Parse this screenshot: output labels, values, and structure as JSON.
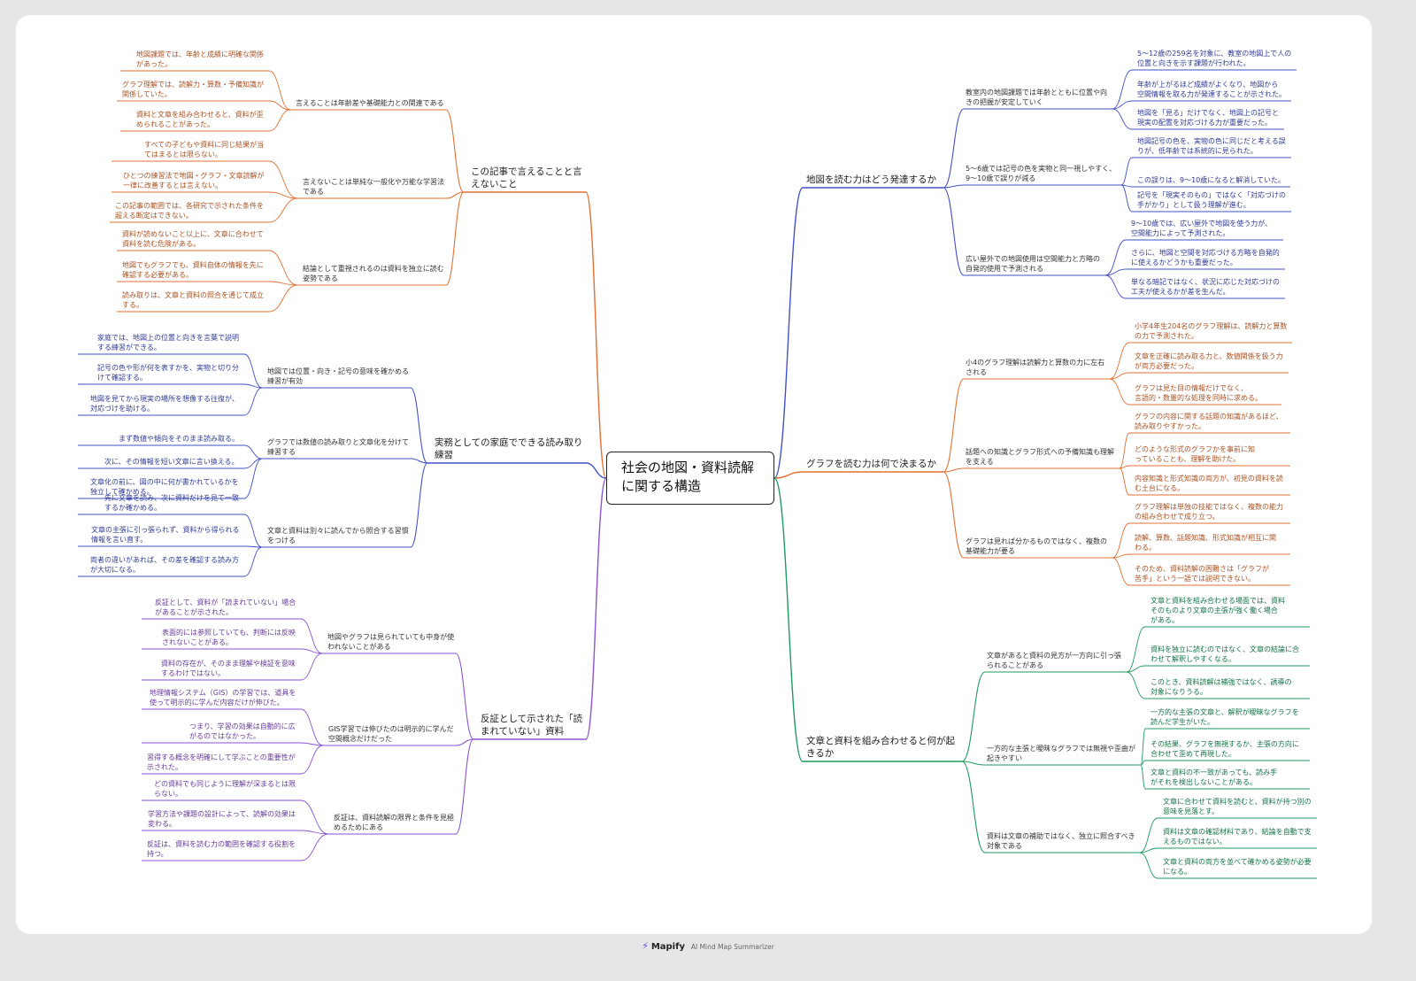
{
  "title": "社会の地図・資料読解\nに関する構造",
  "colors": {
    "blue": "#4250c6",
    "orange": "#e27032",
    "green": "#1f9a5f",
    "purple": "#8a53d0"
  },
  "footer": {
    "brand": "Mapify",
    "tagline": "AI Mind Map Summarizer",
    "icon": "lightning-icon"
  },
  "branches": [
    {
      "name": "地図を読む力はどう発達するか",
      "color": "blue",
      "side": "right",
      "children": [
        {
          "name": "教室内の地図課題では年齢とともに位置や向\nきの把握が安定していく",
          "children": [
            "5〜12歳の259名を対象に、教室の地図上で人の\n位置と向きを示す課題が行われた。",
            "年齢が上がるほど成績がよくなり、地図から\n空間情報を取る力が発達することが示された。",
            "地図を「見る」だけでなく、地図上の記号と\n現実の配置を対応づける力が重要だった。"
          ]
        },
        {
          "name": "5〜6歳では記号の色を実物と同一視しやすく、\n9〜10歳で誤りが減る",
          "children": [
            "地図記号の色を、実物の色に同じだと考える誤\nりが、低年齢では系統的に見られた。",
            "この誤りは、9〜10歳になると解消していた。",
            "記号を「現実そのもの」ではなく「対応づけの\n手がかり」として扱う理解が進む。"
          ]
        },
        {
          "name": "広い屋外での地図使用は空間能力と方略の\n自発的使用で予測される",
          "children": [
            "9〜10歳では、広い屋外で地図を使う力が、\n空間能力によって予測された。",
            "さらに、地図と空間を対応づける方略を自発的\nに使えるかどうかも重要だった。",
            "単なる暗記ではなく、状況に応じた対応づけの\n工夫が使えるかが差を生んだ。"
          ]
        }
      ]
    },
    {
      "name": "グラフを読む力は何で決まるか",
      "color": "orange",
      "side": "right",
      "children": [
        {
          "name": "小4のグラフ理解は読解力と算数の力に左右\nされる",
          "children": [
            "小学4年生204名のグラフ理解は、読解力と算数\nの力で予測された。",
            "文章を正確に読み取る力と、数値関係を扱う力\nが両方必要だった。",
            "グラフは見た目の情報だけでなく、\n言語的・数量的な処理を同時に求める。"
          ]
        },
        {
          "name": "話題への知識とグラフ形式への予備知識も理解\nを支える",
          "children": [
            "グラフの内容に関する話題の知識があるほど、\n読み取りやすかった。",
            "どのような形式のグラフかを事前に知\nっていることも、理解を助けた。",
            "内容知識と形式知識の両方が、初見の資料を読\nむ土台になる。"
          ]
        },
        {
          "name": "グラフは見れば分かるものではなく、複数の\n基礎能力が要る",
          "children": [
            "グラフ理解は単独の技能ではなく、複数の能力\nの組み合わせで成り立つ。",
            "読解、算数、話題知識、形式知識が相互に関\nわる。",
            "そのため、資料読解の困難さは「グラフが\n苦手」という一語では説明できない。"
          ]
        }
      ]
    },
    {
      "name": "文章と資料を組み合わせると何が起\nきるか",
      "color": "green",
      "side": "right",
      "children": [
        {
          "name": "文章があると資料の見方が一方向に引っ張\nられることがある",
          "children": [
            "文章と資料を組み合わせる場面では、資料\nそのものより文章の主張が強く働く場合\nがある。",
            "資料を独立に読むのではなく、文章の結論に合\nわせて解釈しやすくなる。",
            "このとき、資料読解は補強ではなく、誘導の\n対象になりうる。"
          ]
        },
        {
          "name": "一方的な主張と曖昧なグラフでは無視や歪曲が\n起きやすい",
          "children": [
            "一方的な主張の文章と、解釈が曖昧なグラフを\n読んだ学生がいた。",
            "その結果、グラフを無視するか、主張の方向に\n合わせて歪めて再現した。",
            "文章と資料の不一致があっても、読み手\nがそれを検出しないことがある。"
          ]
        },
        {
          "name": "資料は文章の補助ではなく、独立に照合すべき\n対象である",
          "children": [
            "文章に合わせて資料を読むと、資料が持つ別の\n意味を見落とす。",
            "資料は文章の確認材料であり、結論を自動で支\nえるものではない。",
            "文章と資料の両方を並べて確かめる姿勢が必要\nになる。"
          ]
        }
      ]
    },
    {
      "name": "この記事で言えることと言\nえないこと",
      "color": "orange",
      "side": "left",
      "children": [
        {
          "name": "言えることは年齢差や基礎能力との関連である",
          "children": [
            "地図課題では、年齢と成績に明確な関係\nがあった。",
            "グラフ理解では、読解力・算数・予備知識が\n関係していた。",
            "資料と文章を組み合わせると、資料が歪\nめられることがあった。"
          ]
        },
        {
          "name": "言えないことは単純な一般化や万能な学習法\nである",
          "children": [
            "すべての子どもや資料に同じ結果が当\nてはまるとは限らない。",
            "ひとつの練習法で地図・グラフ・文章読解が\n一律に改善するとは言えない。",
            "この記事の範囲では、各研究で示された条件を\n超える断定はできない。"
          ]
        },
        {
          "name": "結論として重視されるのは資料を独立に読む\n姿勢である",
          "children": [
            "資料が読めないこと以上に、文章に合わせて\n資料を読む危険がある。",
            "地図でもグラフでも、資料自体の情報を先に\n確認する必要がある。",
            "読み取りは、文章と資料の照合を通じて成立\nする。"
          ]
        }
      ]
    },
    {
      "name": "実務としての家庭でできる読み取り\n練習",
      "color": "blue",
      "side": "left",
      "children": [
        {
          "name": "地図では位置・向き・記号の意味を確かめる\n練習が有効",
          "children": [
            "家庭では、地図上の位置と向きを言葉で説明\nする練習ができる。",
            "記号の色や形が何を表すかを、実物と切り分\nけて確認する。",
            "地図を見てから現実の場所を想像する往復が、\n対応づけを助ける。"
          ]
        },
        {
          "name": "グラフでは数値の読み取りと文章化を分けて\n練習する",
          "children": [
            "まず数値や傾向をそのまま読み取る。",
            "次に、その情報を短い文章に言い換える。",
            "文章化の前に、図の中に何が書かれているかを\n独立して確かめる。"
          ]
        },
        {
          "name": "文章と資料は別々に読んでから照合する習慣\nをつける",
          "children": [
            "先に文章を読み、次に資料だけを見て一致\nするか確かめる。",
            "文章の主張に引っ張られず、資料から得られる\n情報を言い直す。",
            "両者の違いがあれば、その差を確認する読み方\nが大切になる。"
          ]
        }
      ]
    },
    {
      "name": "反証として示された「読\nまれていない」資料",
      "color": "purple",
      "side": "left",
      "children": [
        {
          "name": "地図やグラフは見られていても中身が使\nわれないことがある",
          "children": [
            "反証として、資料が「読まれていない」場合\nがあることが示された。",
            "表面的には参照していても、判断には反映\nされないことがある。",
            "資料の存在が、そのまま理解や検証を意味\nするわけではない。"
          ]
        },
        {
          "name": "GIS学習では伸びたのは明示的に学んだ\n空間概念だけだった",
          "children": [
            "地理情報システム（GIS）の学習では、道具を\n使って明示的に学んだ内容だけが伸びた。",
            "つまり、学習の効果は自動的に広\nがるのではなかった。",
            "習得する概念を明確にして学ぶことの重要性が\n示された。"
          ]
        },
        {
          "name": "反証は、資料読解の限界と条件を見極\nめるためにある",
          "children": [
            "どの資料でも同じように理解が深まるとは限\nらない。",
            "学習方法や課題の設計によって、読解の効果は\n変わる。",
            "反証は、資料を読む力の範囲を確認する役割を\n持つ。"
          ]
        }
      ]
    }
  ]
}
